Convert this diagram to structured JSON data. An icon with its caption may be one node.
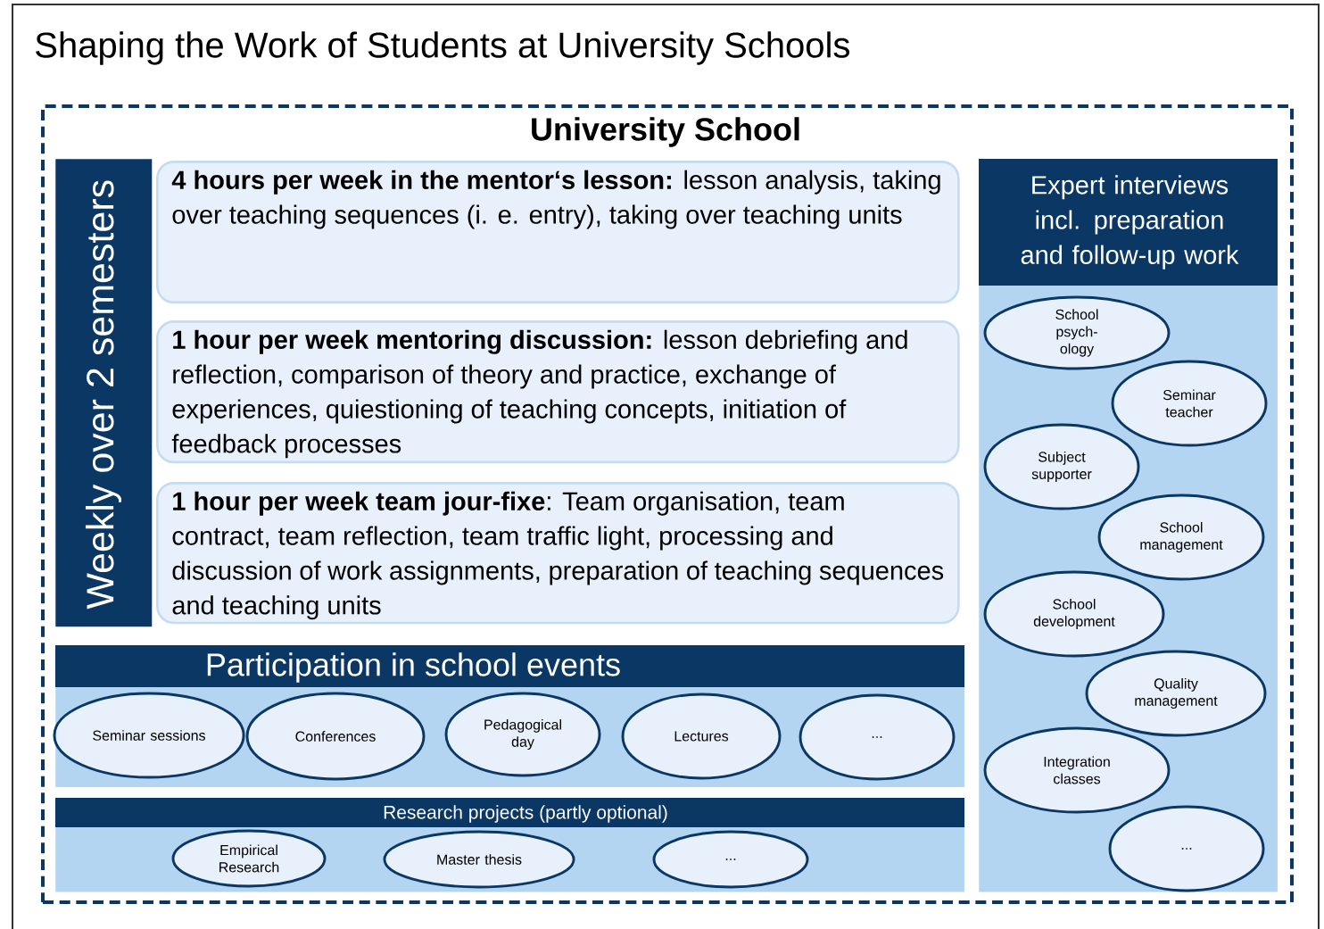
{
  "diagram": {
    "title": "Shaping the Work of Students at University Schools",
    "nodes": [
      {
        "text": [
          "University School"
        ]
      },
      {
        "text": [
          "Weekly over 2 semesters"
        ],
        "in": 0
      },
      {
        "text": [
          "**4 hours per week in the mentor‘s lesson:** lesson analysis, taking over teaching sequences (i. e. entry), taking over teaching units"
        ],
        "in": 0
      },
      {
        "text": [
          "**1 hour per week mentoring discussion:** lesson debriefing and reflection, comparison of theory and practice, exchange of experiences, quiestioning of teaching concepts, initiation of feedback processes"
        ],
        "in": 0
      },
      {
        "text": [
          "**1 hour per week team jour-fixe**: Team organisation, team contract, team reflection, team traffic light, processing and discussion of work assignments, preparation of teaching sequences and teaching units"
        ],
        "in": 0
      },
      {
        "text": [
          "Participation in school events"
        ],
        "in": 0
      },
      {
        "text": [
          "Seminar sessions"
        ],
        "in": 5
      },
      {
        "text": [
          "Conferences"
        ],
        "in": 5
      },
      {
        "text": [
          "Pedagogical day"
        ],
        "in": 5
      },
      {
        "text": [
          "Lectures"
        ],
        "in": 5
      },
      {
        "text": [
          "..."
        ],
        "in": 5
      },
      {
        "text": [
          "Research projects (partly optional)"
        ],
        "in": 0
      },
      {
        "text": [
          "Empirical Research"
        ],
        "in": 11
      },
      {
        "text": [
          "Master thesis"
        ],
        "in": 11
      },
      {
        "text": [
          "..."
        ],
        "in": 11
      },
      {
        "text": [
          "Expert interviews incl. preparation and follow-up work"
        ],
        "in": 0
      },
      {
        "text": [
          "School psych- ology"
        ],
        "in": 15
      },
      {
        "text": [
          "Seminar teacher"
        ],
        "in": 15
      },
      {
        "text": [
          "Subject supporter"
        ],
        "in": 15
      },
      {
        "text": [
          "School management"
        ],
        "in": 15
      },
      {
        "text": [
          "School development"
        ],
        "in": 15
      },
      {
        "text": [
          "Quality management"
        ],
        "in": 15
      },
      {
        "text": [
          "Integration classes"
        ],
        "in": 15
      },
      {
        "text": [
          "..."
        ],
        "in": 15
      }
    ]
  }
}
